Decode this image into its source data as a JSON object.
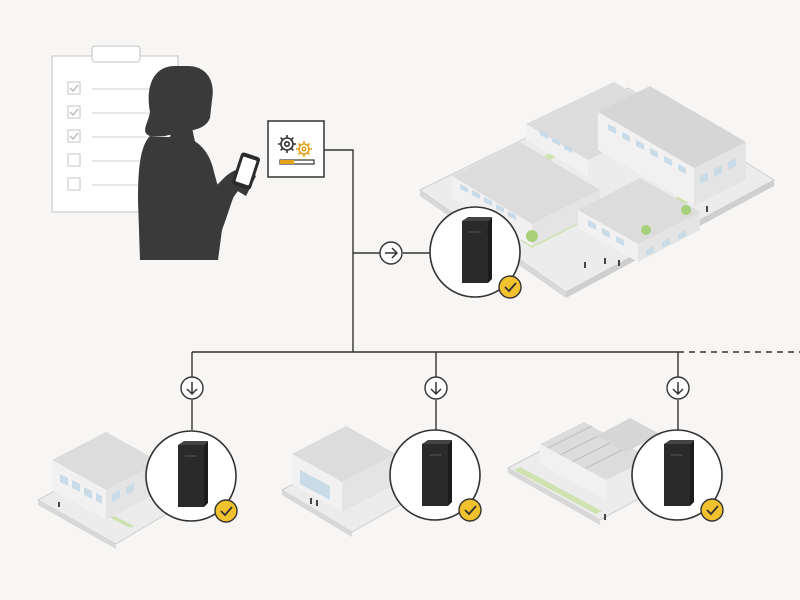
{
  "diagram": {
    "description_free": true,
    "colors": {
      "background": "#f7f6f4",
      "line": "#333333",
      "building_roof": "#dcdcdc",
      "building_wall": "#ececec",
      "building_shadow": "#c9c9c9",
      "window": "#c9dbe6",
      "grass": "#cfe3b1",
      "silhouette": "#3a3a3a",
      "server": "#2a2a2a",
      "check_badge": "#f2c12e",
      "gear_accent": "#e5a21c"
    },
    "icons": {
      "person": "person-with-phone-silhouette",
      "clipboard": "checklist-clipboard-icon",
      "config": "settings-gears-icon",
      "arrow_right": "arrow-right-circle-icon",
      "arrow_down": "arrow-down-circle-icon",
      "server": "server-tower-icon",
      "check": "checkmark-badge-icon"
    },
    "checklist": {
      "items": [
        true,
        true,
        true,
        false,
        false
      ]
    },
    "sites": [
      {
        "id": "main-campus",
        "status": "deployed"
      },
      {
        "id": "site-left",
        "status": "deployed"
      },
      {
        "id": "site-middle",
        "status": "deployed"
      },
      {
        "id": "site-right",
        "status": "deployed"
      }
    ]
  }
}
